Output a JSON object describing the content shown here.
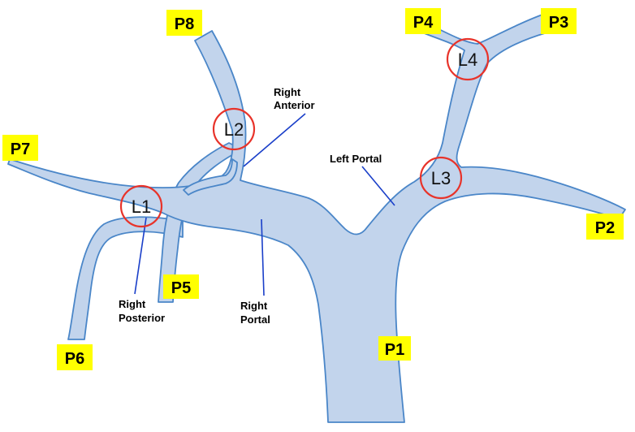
{
  "points": {
    "p1": "P1",
    "p2": "P2",
    "p3": "P3",
    "p4": "P4",
    "p5": "P5",
    "p6": "P6",
    "p7": "P7",
    "p8": "P8"
  },
  "locations": {
    "l1": "L1",
    "l2": "L2",
    "l3": "L3",
    "l4": "L4"
  },
  "callouts": {
    "right_anterior": [
      "Right",
      "Anterior"
    ],
    "left_portal": "Left Portal",
    "right_posterior": [
      "Right",
      "Posterior"
    ],
    "right_portal": [
      "Right",
      "Portal"
    ]
  },
  "colors": {
    "vessel_fill": "#c2d4ec",
    "vessel_outline": "#4a86c8",
    "point_label_background": "#ffff00",
    "location_circle": "#e8332a",
    "callout_line": "#1a3fc9"
  }
}
